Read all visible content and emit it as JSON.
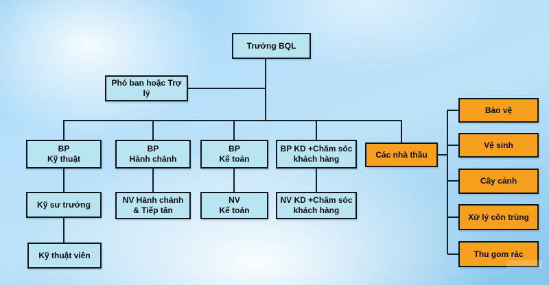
{
  "diagram": {
    "type": "org-chart",
    "nodes": {
      "truong_bql": "Trưởng BQL",
      "pho_ban": "Phó ban hoặc Trợ lý",
      "bp_ky_thuat": "BP\nKỹ thuật",
      "bp_hanh_chanh": "BP\nHành chánh",
      "bp_ke_toan": "BP\nKế toán",
      "bp_kd": "BP KD +Chăm sóc\nkhách hàng",
      "ky_su_truong": "Kỹ sư trưởng",
      "nv_hanh_chanh": "NV Hành chánh\n& Tiếp tân",
      "nv_ke_toan": "NV\nKế toán",
      "nv_kd": "NV KD +Chăm sóc\nkhách hàng",
      "ky_thuat_vien": "Kỹ thuật viên",
      "cac_nha_thau": "Các nhà thầu",
      "bao_ve": "Bảo vệ",
      "ve_sinh": "Vệ sinh",
      "cay_canh": "Cây cảnh",
      "xu_ly_con_trung": "Xử lý côn trùng",
      "thu_gom_rac": "Thu gom rác"
    },
    "colors": {
      "node_blue": "#b9e5f3",
      "node_orange": "#f6a01e",
      "border": "#10151c",
      "connector": "#151d29"
    },
    "hierarchy": {
      "root": "Trưởng BQL",
      "assistant": "Phó ban hoặc Trợ lý",
      "branches": [
        {
          "head": "BP Kỹ thuật",
          "reports": [
            "Kỹ sư trưởng",
            "Kỹ thuật viên"
          ]
        },
        {
          "head": "BP Hành chánh",
          "reports": [
            "NV Hành chánh & Tiếp tân"
          ]
        },
        {
          "head": "BP Kế toán",
          "reports": [
            "NV Kế toán"
          ]
        },
        {
          "head": "BP KD +Chăm sóc khách hàng",
          "reports": [
            "NV KD +Chăm sóc khách hàng"
          ]
        },
        {
          "head": "Các nhà thầu",
          "reports": [
            "Bảo vệ",
            "Vệ sinh",
            "Cây cảnh",
            "Xử lý côn trùng",
            "Thu gom rác"
          ]
        }
      ]
    }
  }
}
